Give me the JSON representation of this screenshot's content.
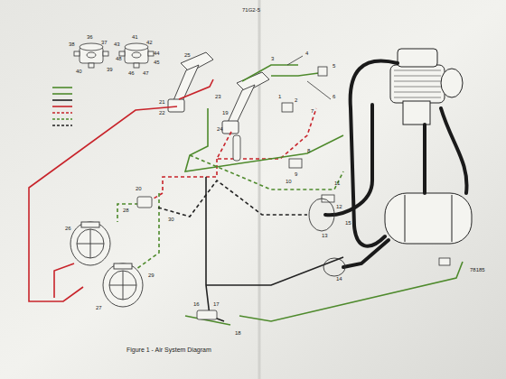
{
  "diagram": {
    "caption": "Figure 1 - Air System Diagram",
    "labels": [
      "71G2-5",
      "78185",
      "36",
      "37",
      "38",
      "39",
      "40",
      "41",
      "42",
      "43",
      "44",
      "45",
      "46",
      "47",
      "48",
      "21",
      "22",
      "23",
      "24",
      "25",
      "1",
      "2",
      "3",
      "4",
      "5",
      "6",
      "7",
      "8",
      "9",
      "10",
      "11",
      "12",
      "13",
      "14",
      "15",
      "16",
      "17",
      "18",
      "19",
      "20",
      "26",
      "27",
      "28",
      "29",
      "30"
    ]
  }
}
